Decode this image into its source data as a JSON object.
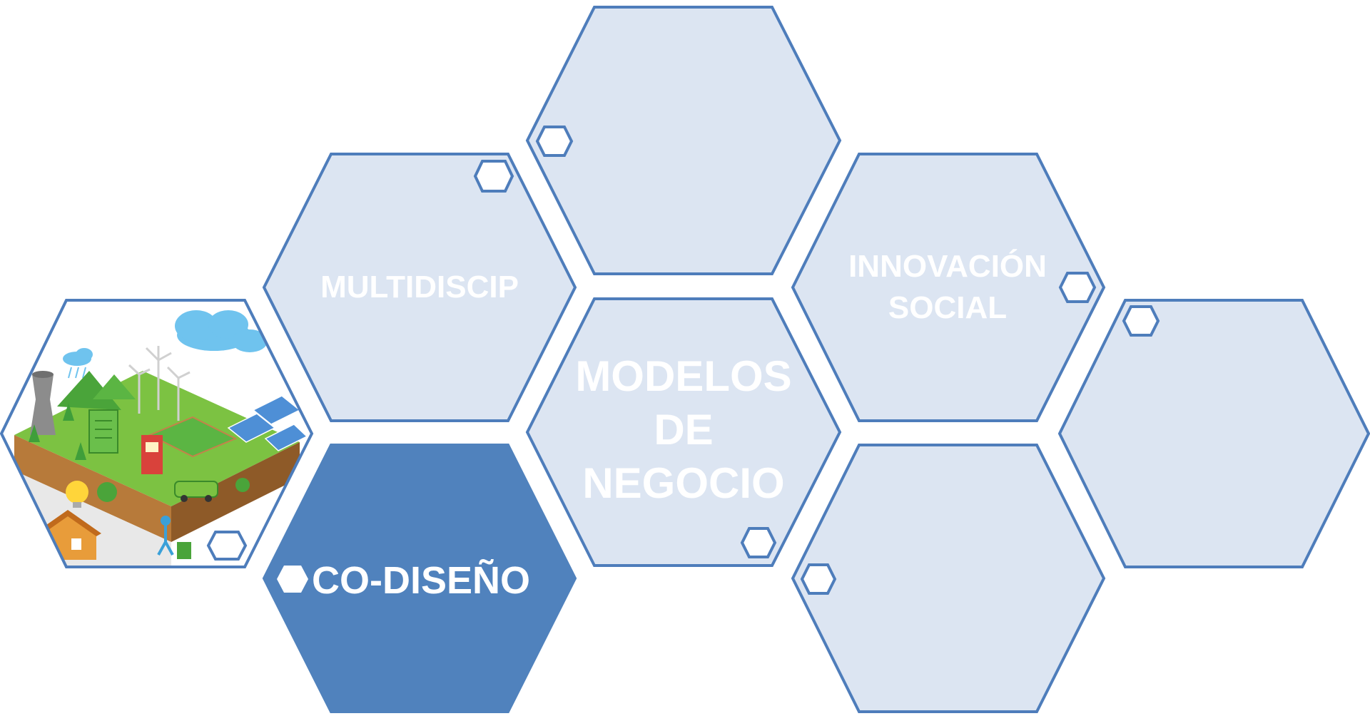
{
  "colors": {
    "hex_fill": "#dce5f2",
    "hex_stroke": "#4e7dbb",
    "active_fill": "#5082bd",
    "label_light": "#ffffff",
    "badge_fill": "#ffffff"
  },
  "labels": {
    "multidiscip": "MULTIDISCIP",
    "innovacion_line1": "INNOVACIÓN",
    "innovacion_line2": "SOCIAL",
    "modelos_line1": "MODELOS",
    "modelos_line2": "DE",
    "modelos_line3": "NEGOCIO",
    "codiseno": "CO-DISEÑO"
  },
  "illustration": {
    "subject": "isometric smart city / renewable energy landscape"
  }
}
